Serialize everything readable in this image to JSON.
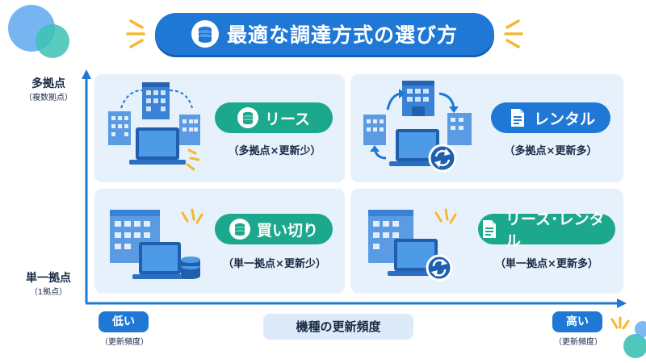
{
  "title": "最適な調達方式の選び方",
  "y_axis": {
    "top_label": "多拠点",
    "top_sub": "（複数拠点）",
    "bottom_label": "単一拠点",
    "bottom_sub": "（1拠点）"
  },
  "x_axis": {
    "title": "機種の更新頻度",
    "left_label": "低い",
    "left_sub": "（更新頻度）",
    "right_label": "高い",
    "right_sub": "（更新頻度）"
  },
  "quadrants": {
    "top_left": {
      "label": "リース",
      "sub": "（多拠点×更新少）",
      "icon": "coins-icon"
    },
    "top_right": {
      "label": "レンタル",
      "sub": "（多拠点×更新多）",
      "icon": "document-icon"
    },
    "bottom_left": {
      "label": "買い切り",
      "sub": "（単一拠点×更新少）",
      "icon": "coins-icon"
    },
    "bottom_right": {
      "label": "リース･レンタル",
      "sub": "（単一拠点×更新多）",
      "icon": "document-icon"
    }
  },
  "colors": {
    "primary_blue": "#1f78d6",
    "teal": "#1ba88c",
    "quadrant_bg": "#e6f1fb",
    "accent_yellow": "#f5b82e"
  }
}
